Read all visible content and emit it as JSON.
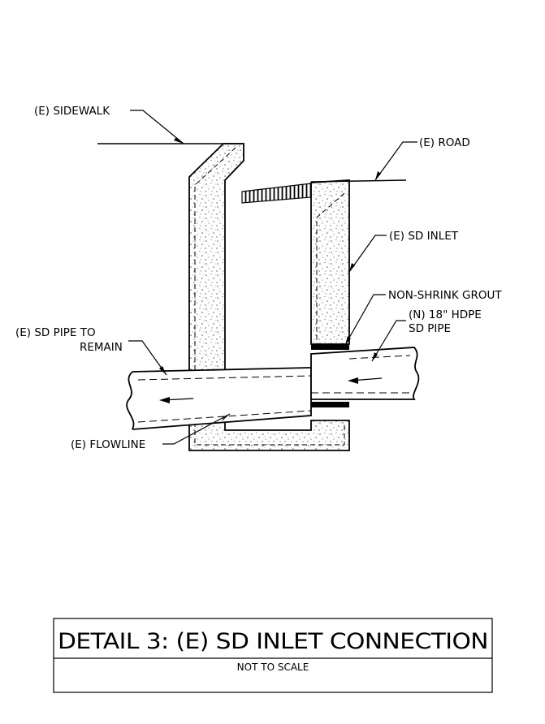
{
  "labels": {
    "sidewalk": "(E) SIDEWALK",
    "road": "(E) ROAD",
    "sd_inlet": "(E) SD INLET",
    "grout": "NON-SHRINK GROUT",
    "new_pipe_1": "(N)  18\"  HDPE",
    "new_pipe_2": "SD PIPE",
    "existing_pipe_1": "(E)   SD PIPE TO",
    "existing_pipe_2": "REMAIN",
    "flowline": "(E)   FLOWLINE"
  },
  "title_block": {
    "title": "DETAIL 3: (E) SD INLET CONNECTION",
    "subtitle": "NOT TO SCALE"
  }
}
